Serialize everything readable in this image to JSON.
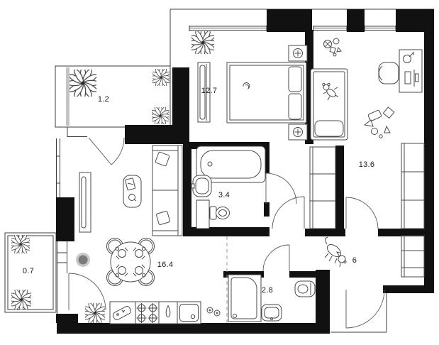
{
  "plan": {
    "title": "apartment-floor-plan",
    "rooms": [
      {
        "id": "balcony-top",
        "area": "1.2"
      },
      {
        "id": "bedroom",
        "area": "12.7"
      },
      {
        "id": "kids-room",
        "area": "13.6"
      },
      {
        "id": "bathroom",
        "area": "3.4"
      },
      {
        "id": "living-kitchen",
        "area": "16.4"
      },
      {
        "id": "balcony-bottom",
        "area": "0.7"
      },
      {
        "id": "shower-room",
        "area": "2.8"
      },
      {
        "id": "hallway",
        "area": "6"
      }
    ],
    "colors": {
      "wall": "#111111",
      "line": "#4a4a4a",
      "window_gray": "#c4c4c4",
      "pouf_outer": "#c9c9c9",
      "pouf_inner": "#7a7a7a",
      "label": "#1b1b1b",
      "dashed": "#9a9a9a",
      "background": "#ffffff"
    }
  }
}
